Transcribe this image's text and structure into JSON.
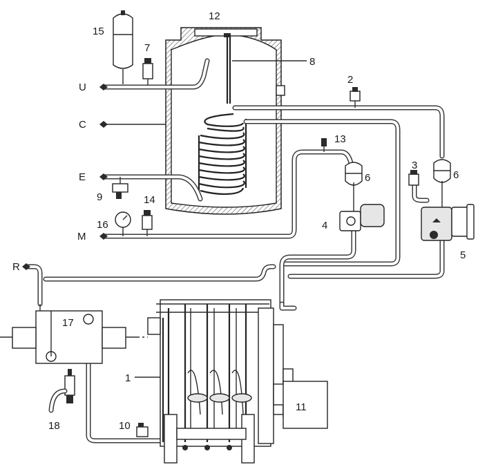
{
  "labels": {
    "n1": "1",
    "n2": "2",
    "n3": "3",
    "n4": "4",
    "n5": "5",
    "n6a": "6",
    "n6b": "6",
    "n7": "7",
    "n8": "8",
    "n9": "9",
    "n10": "10",
    "n11": "11",
    "n12": "12",
    "n13": "13",
    "n14": "14",
    "n15": "15",
    "n16": "16",
    "n17": "17",
    "n18": "18"
  },
  "ports": {
    "u": "U",
    "c": "C",
    "e": "E",
    "m": "M",
    "r": "R"
  },
  "colors": {
    "line": "#2a2a2a",
    "hatch": "#555555",
    "background": "#ffffff"
  }
}
